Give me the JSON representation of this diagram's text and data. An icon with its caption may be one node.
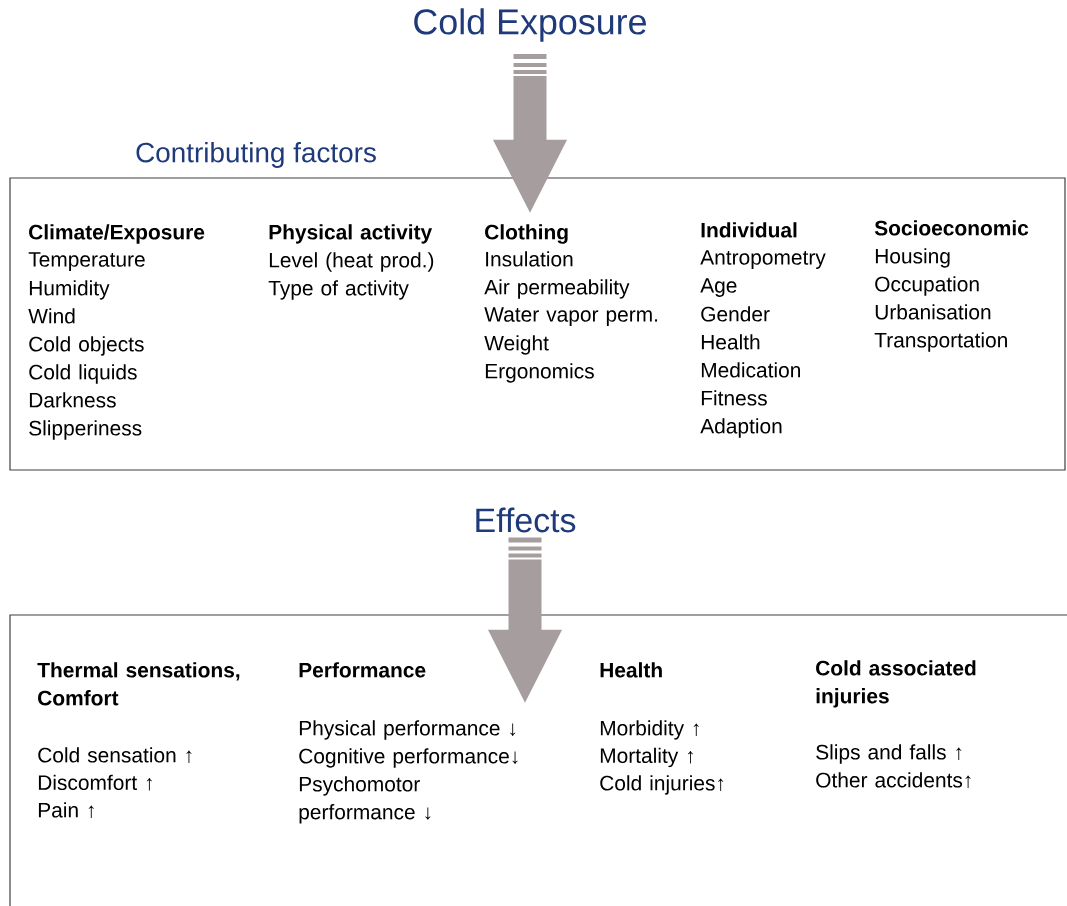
{
  "diagram": {
    "nodes": [
      {
        "text": [
          "Cold Exposure"
        ]
      },
      {
        "text": [
          "Contributing factors"
        ]
      },
      {
        "text": [
          "Effects"
        ]
      },
      {
        "text": [],
        "shape": "box"
      }
    ],
    "edges": [
      {
        "from": 0,
        "to": 1,
        "arrow": "to"
      },
      {
        "from": 2,
        "to": 3,
        "arrow": "to"
      }
    ],
    "labels": [
      "Climate/Exposure",
      "Temperature",
      "Humidity",
      "Wind",
      "Cold objects",
      "Cold liquids",
      "Darkness",
      "Slipperiness",
      "Physical activity",
      "Level (heat prod.)",
      "Type of activity",
      "Clothing",
      "Insulation",
      "Air permeability",
      "Water vapor perm.",
      "Weight",
      "Ergonomics",
      "Individual",
      "Antropometry",
      "Age",
      "Gender",
      "Health",
      "Medication",
      "Fitness",
      "Adaption",
      "Socioeconomic",
      "Housing",
      "Occupation",
      "Urbanisation",
      "Transportation",
      "Thermal sensations, Comfort",
      "Cold sensation ↑",
      "Discomfort ↑",
      "Pain ↑",
      "Performance",
      "Physical performance  ↓",
      "Cognitive performance↓",
      "Psychomotor performance ↓",
      "Health",
      "Morbidity ↑",
      "Mortality  ↑",
      "Cold injuries↑",
      "Cold associated injuries",
      "Slips and falls ↑",
      "Other accidents↑"
    ]
  }
}
